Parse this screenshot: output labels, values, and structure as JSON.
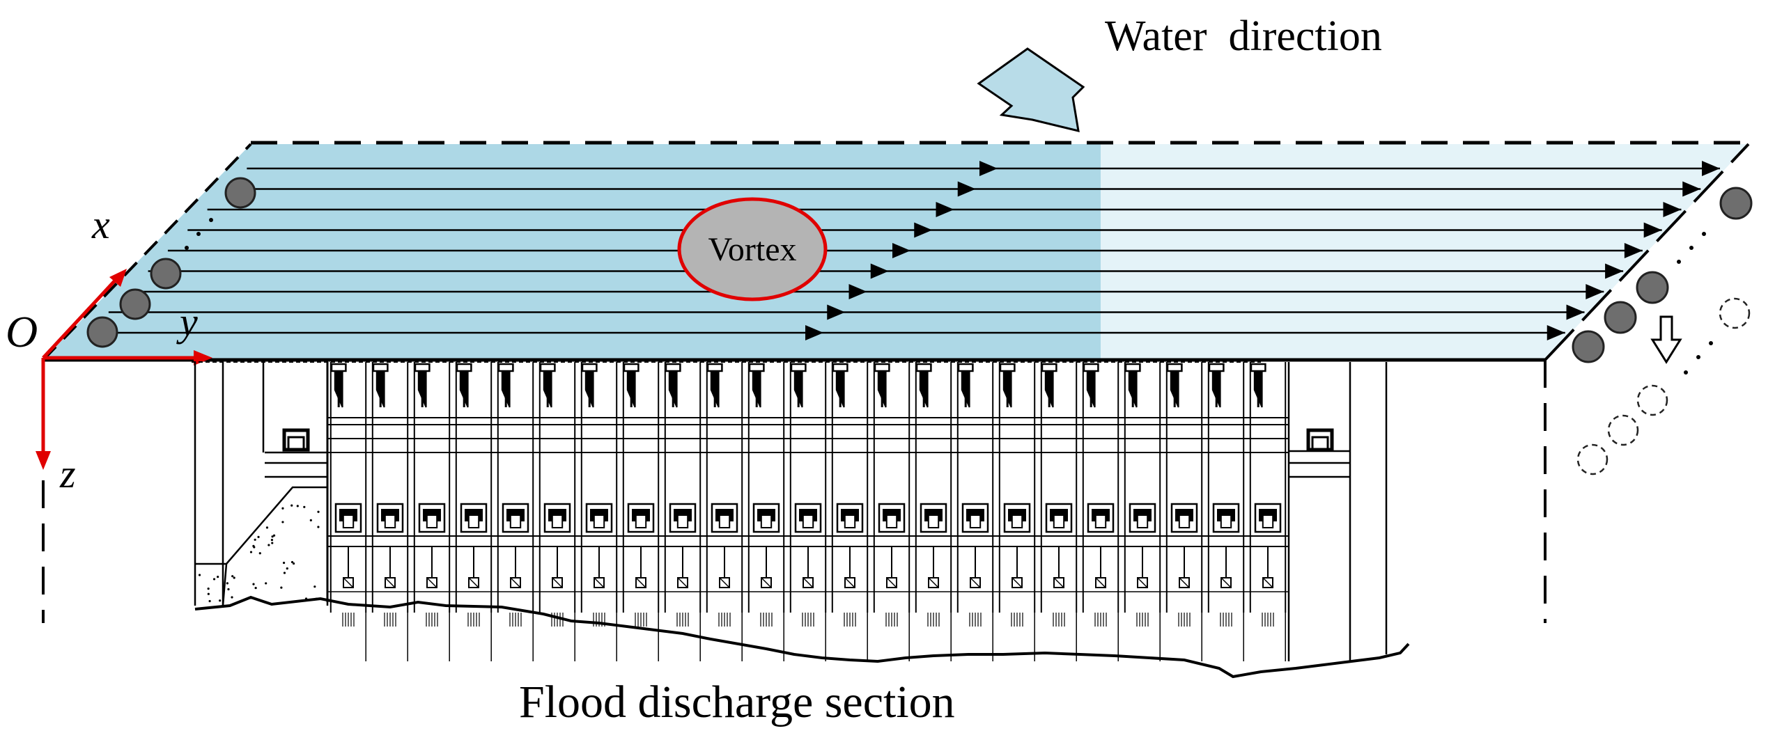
{
  "labels": {
    "water_direction": "Water  direction",
    "vortex": "Vortex",
    "flood_section": "Flood discharge section"
  },
  "axes": {
    "origin": "O",
    "x": "x",
    "y": "y",
    "z": "z"
  },
  "colors": {
    "water_surface": "#add8e6",
    "water_surface_light": "#e4f3f8",
    "axis_red": "#e00000",
    "vortex_fill": "#b4b4b4",
    "vortex_stroke": "#e00000",
    "particle_fill": "#6e6e6e",
    "arrow_fill": "#b8dce8"
  },
  "icons": {
    "flow_direction": "block-arrow-icon",
    "sinking": "down-arrow-icon",
    "particle": "sphere-icon"
  }
}
